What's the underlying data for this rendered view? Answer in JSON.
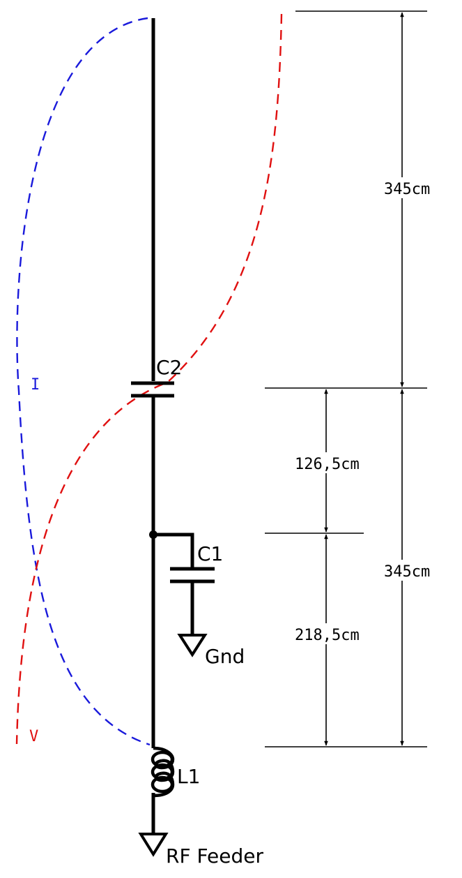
{
  "components": {
    "c2": "C2",
    "c1": "C1",
    "l1": "L1",
    "gnd": "Gnd",
    "rf_feeder": "RF Feeder"
  },
  "curves": {
    "current": "I",
    "voltage": "V",
    "current_color": "#1a1adb",
    "voltage_color": "#e01010"
  },
  "dimensions": {
    "upper": "345cm",
    "lower": "345cm",
    "c2_to_c1": "126,5cm",
    "c1_to_base": "218,5cm"
  }
}
